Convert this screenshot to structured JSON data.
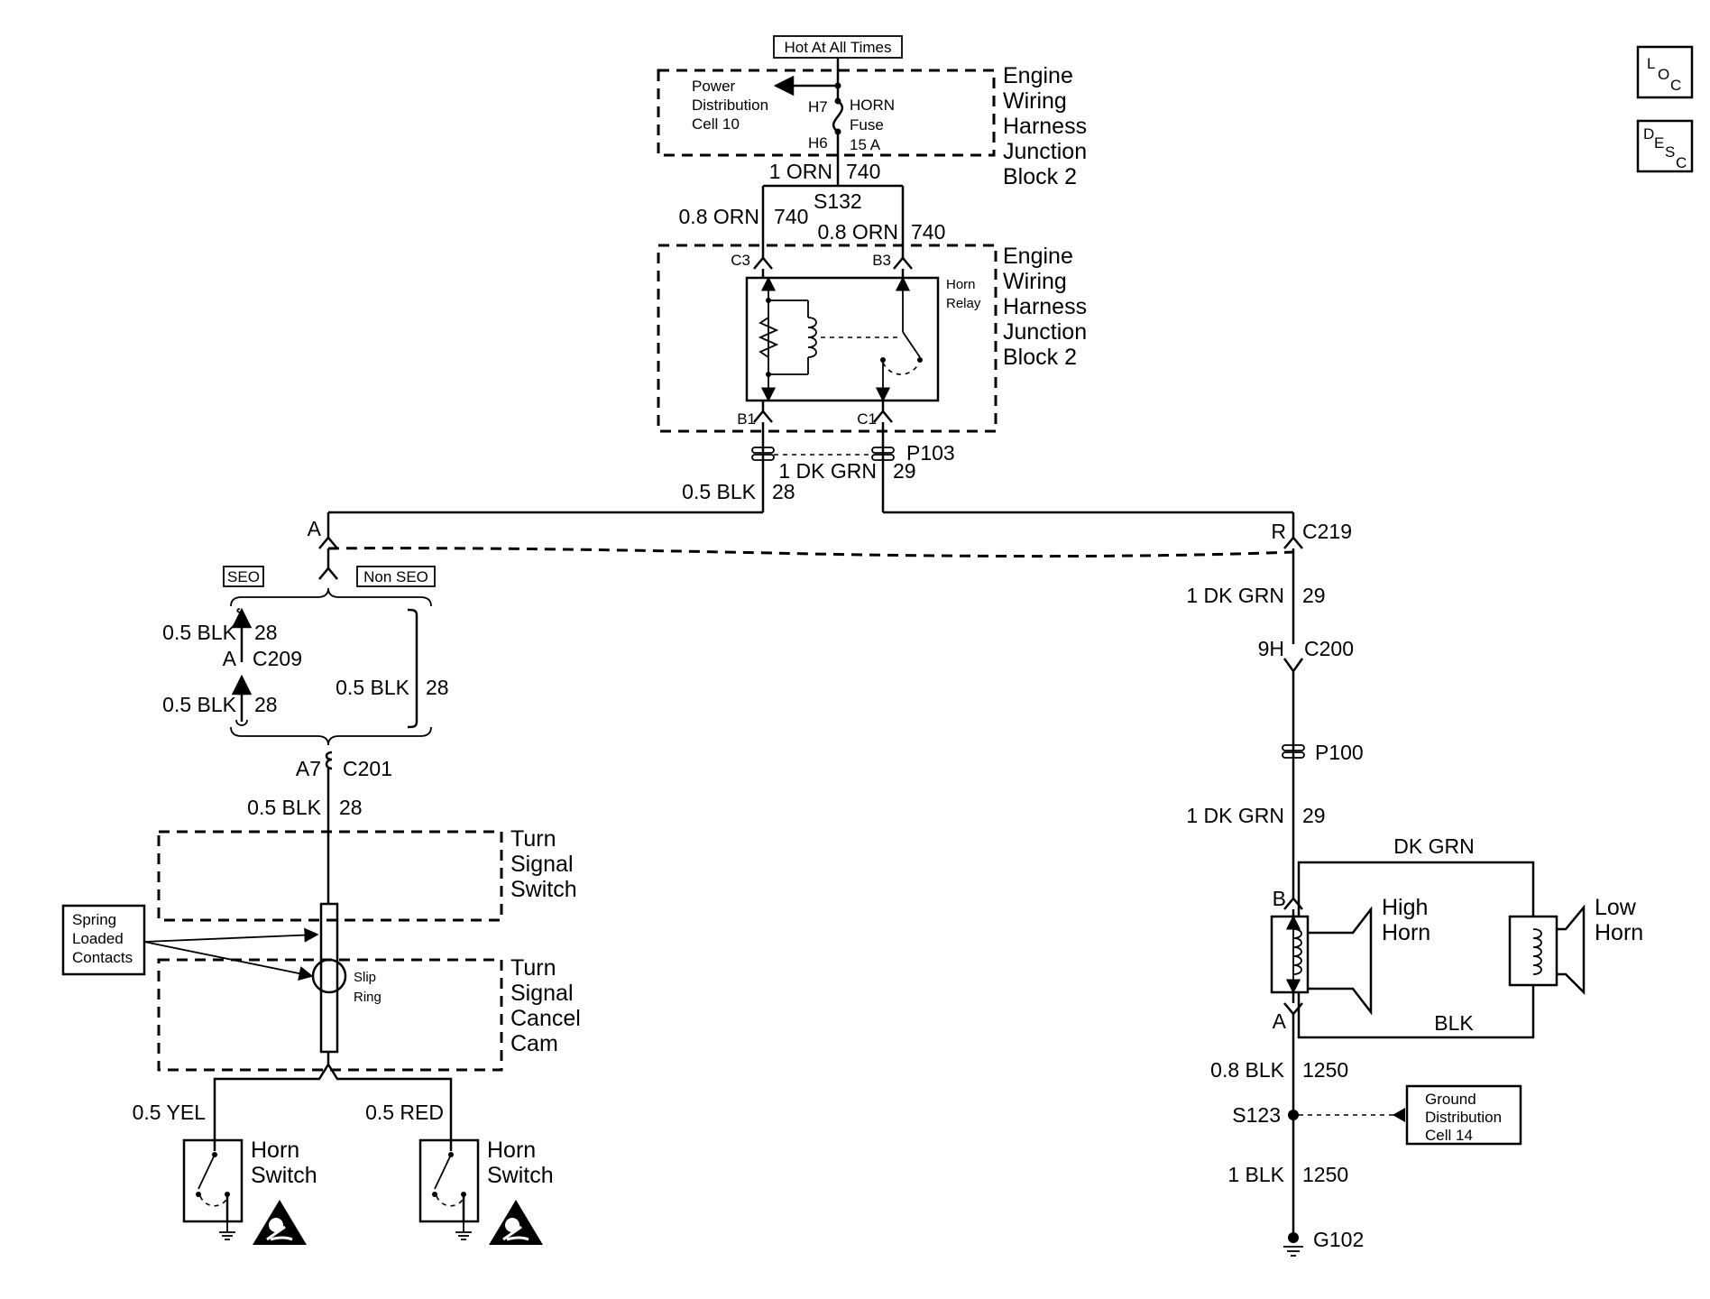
{
  "power_block": {
    "header": "Hot At All Times",
    "pdc_label": [
      "Power",
      "Distribution",
      "Cell 10"
    ],
    "fuse_pin_top": "H7",
    "fuse_pin_bottom": "H6",
    "fuse_name": [
      "HORN",
      "Fuse"
    ],
    "fuse_rating": "15 A",
    "block_label": [
      "Engine",
      "Wiring",
      "Harness",
      "Junction",
      "Block 2"
    ]
  },
  "feed_wires": {
    "main": "1 ORN",
    "main_circuit": "740",
    "splice": "S132",
    "left": "0.8 ORN",
    "left_circuit": "740",
    "right": "0.8 ORN",
    "right_circuit": "740"
  },
  "relay_block": {
    "pin_c3": "C3",
    "pin_b3": "B3",
    "relay_name": [
      "Horn",
      "Relay"
    ],
    "pin_b1": "B1",
    "pin_c1": "C1",
    "block_label": [
      "Engine",
      "Wiring",
      "Harness",
      "Junction",
      "Block 2"
    ]
  },
  "relay_out": {
    "connector": "P103",
    "wire_right": "1 DK GRN",
    "wire_right_circuit": "29",
    "wire_left": "0.5 BLK",
    "wire_left_circuit": "28"
  },
  "c219": {
    "pin_left": "A",
    "pin_right": "R",
    "name": "C219"
  },
  "options": {
    "seo": "SEO",
    "non_seo": "Non SEO",
    "seo_wire_top": "0.5 BLK",
    "seo_wire_top_circuit": "28",
    "c209_pin": "A",
    "c209_name": "C209",
    "seo_wire_bottom": "0.5 BLK",
    "seo_wire_bottom_circuit": "28",
    "non_seo_wire": "0.5 BLK",
    "non_seo_wire_circuit": "28"
  },
  "column": {
    "c201_pin": "A7",
    "c201_name": "C201",
    "wire": "0.5 BLK",
    "wire_circuit": "28",
    "turn_signal_switch": [
      "Turn",
      "Signal",
      "Switch"
    ],
    "spring_contacts": [
      "Spring",
      "Loaded",
      "Contacts"
    ],
    "slip_ring": [
      "Slip",
      "Ring"
    ],
    "cancel_cam": [
      "Turn",
      "Signal",
      "Cancel",
      "Cam"
    ],
    "wire_yel": "0.5 YEL",
    "wire_red": "0.5 RED",
    "horn_switch_left": [
      "Horn",
      "Switch"
    ],
    "horn_switch_right": [
      "Horn",
      "Switch"
    ]
  },
  "horn_circuit": {
    "wire1": "1 DK GRN",
    "wire1_circuit": "29",
    "c200_pin": "9H",
    "c200_name": "C200",
    "p100": "P100",
    "wire2": "1 DK GRN",
    "wire2_circuit": "29",
    "bridge_top": "DK GRN",
    "bridge_bottom": "BLK",
    "pin_b": "B",
    "pin_a": "A",
    "high_horn": [
      "High",
      "Horn"
    ],
    "low_horn": [
      "Low",
      "Horn"
    ],
    "ground_wire1": "0.8 BLK",
    "ground_wire1_circuit": "1250",
    "splice": "S123",
    "ground_dist": [
      "Ground",
      "Distribution",
      "Cell 14"
    ],
    "ground_wire2": "1 BLK",
    "ground_wire2_circuit": "1250",
    "ground": "G102"
  },
  "corner_icons": {
    "loc": [
      "L",
      "O",
      "C"
    ],
    "desc": [
      "D",
      "E",
      "S",
      "C"
    ]
  },
  "icon_names": [
    "fuse-icon",
    "relay-coil-icon",
    "resistor-icon",
    "relay-switch-icon",
    "horn-switch-icon",
    "airbag-warning-icon",
    "horn-icon",
    "ground-icon",
    "connector-icon",
    "splice-icon",
    "arrow-icon",
    "location-icon",
    "description-icon"
  ]
}
